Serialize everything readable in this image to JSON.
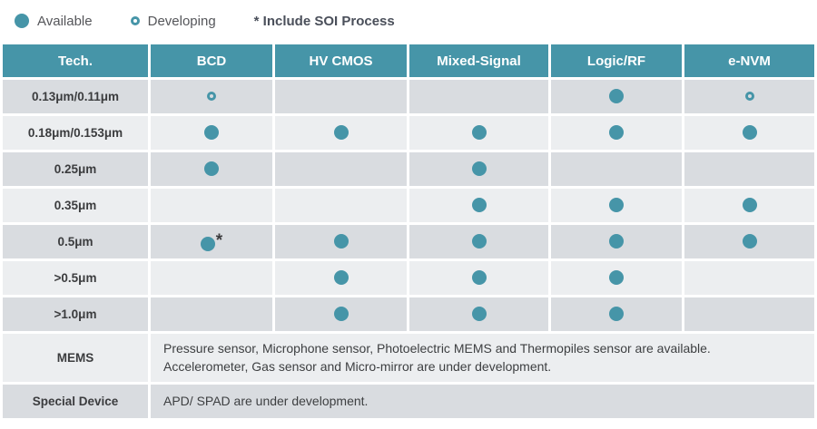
{
  "colors": {
    "teal": "#4695a8",
    "row_dark": "#d9dce0",
    "row_light": "#eceef0"
  },
  "legend": {
    "available_label": "Available",
    "developing_label": "Developing",
    "soi_note": "* Include SOI Process"
  },
  "table": {
    "headers": [
      "Tech.",
      "BCD",
      "HV CMOS",
      "Mixed-Signal",
      "Logic/RF",
      "e-NVM"
    ],
    "rows": [
      {
        "tech": "0.13μm/0.11μm",
        "cells": [
          "developing",
          "",
          "",
          "available",
          "developing"
        ]
      },
      {
        "tech": "0.18μm/0.153μm",
        "cells": [
          "available",
          "available",
          "available",
          "available",
          "available"
        ]
      },
      {
        "tech": "0.25μm",
        "cells": [
          "available",
          "",
          "available",
          "",
          ""
        ]
      },
      {
        "tech": "0.35μm",
        "cells": [
          "",
          "",
          "available",
          "available",
          "available"
        ]
      },
      {
        "tech": "0.5μm",
        "cells": [
          "available-soi",
          "available",
          "available",
          "available",
          "available"
        ]
      },
      {
        "tech": ">0.5μm",
        "cells": [
          "",
          "available",
          "available",
          "available",
          ""
        ]
      },
      {
        "tech": ">1.0μm",
        "cells": [
          "",
          "available",
          "available",
          "available",
          ""
        ]
      }
    ],
    "text_rows": [
      {
        "tech": "MEMS",
        "lines": [
          "Pressure sensor, Microphone sensor, Photoelectric MEMS and Thermopiles sensor are available.",
          "Accelerometer, Gas sensor and Micro-mirror are under development."
        ]
      },
      {
        "tech": "Special Device",
        "lines": [
          "APD/ SPAD are under development."
        ]
      }
    ]
  }
}
